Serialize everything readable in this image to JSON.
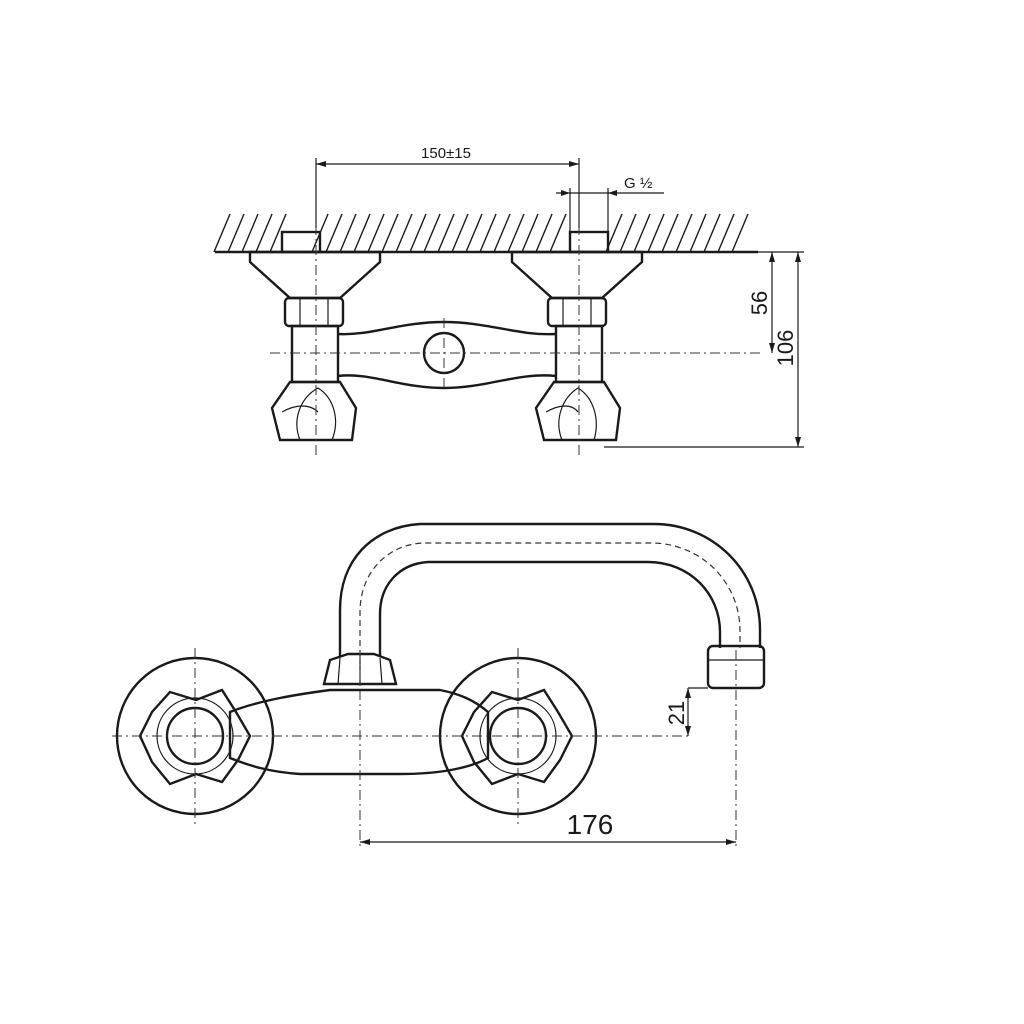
{
  "dimensions": {
    "center_distance": "150±15",
    "thread": "G ½",
    "height_to_axis": "56",
    "total_height": "106",
    "spout_outlet_height": "21",
    "spout_reach": "176"
  }
}
